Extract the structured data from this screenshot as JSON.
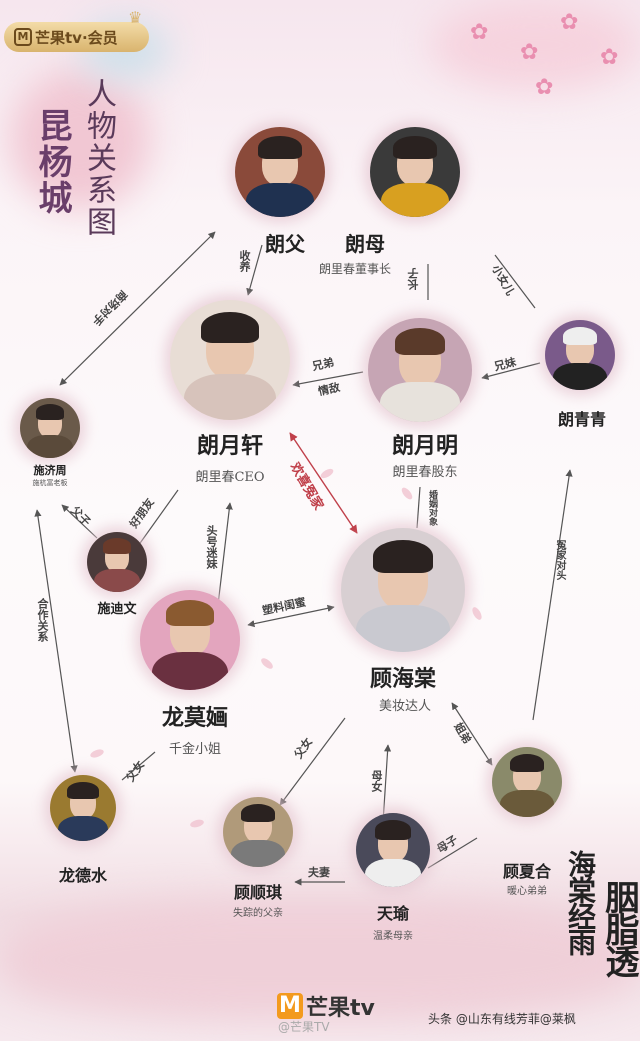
{
  "header": {
    "badge": "芒果tv·会员",
    "badge_logo": "M",
    "title_place": "昆杨城",
    "title_main": "人物关系图"
  },
  "nodes": {
    "langfu": {
      "name": "朗父"
    },
    "langmu": {
      "name": "朗母"
    },
    "parents_sub": "朗里春董事长",
    "langyuexuan": {
      "name": "朗月轩",
      "sub": "朗里春CEO"
    },
    "langyueming": {
      "name": "朗月明",
      "sub": "朗里春股东"
    },
    "langqingqing": {
      "name": "朗青青"
    },
    "shijizhou": {
      "name": "施济周",
      "sub": "施杭富老板"
    },
    "shidiwen": {
      "name": "施迪文"
    },
    "guhaitang": {
      "name": "顾海棠",
      "sub": "美妆达人"
    },
    "longmohua": {
      "name": "龙莫婳",
      "sub": "千金小姐"
    },
    "longdeshui": {
      "name": "龙德水"
    },
    "gushunqi": {
      "name": "顾顺琪",
      "sub": "失踪的父亲"
    },
    "tianyu": {
      "name": "天瑜",
      "sub": "温柔母亲"
    },
    "guxiahe": {
      "name": "顾夏合",
      "sub": "暖心弟弟"
    }
  },
  "edges": {
    "adopt": "收养",
    "rival_business": "商场对手",
    "eldest_son": "长子",
    "youngest_daughter": "小女儿",
    "brothers": "兄弟",
    "love_rival": "情敌",
    "siblings": "兄妹",
    "bickering_lovers": "欢喜冤家",
    "marriage_target": "婚姻对象",
    "enemies": "冤家对头",
    "father_son": "父子",
    "good_friends": "好朋友",
    "fan_girl": "头号迷妹",
    "plastic_bff": "塑料闺蜜",
    "partners": "合作关系",
    "father_daughter_long": "父女",
    "father_daughter_gu": "父女",
    "mother_daughter": "母女",
    "sister_brother": "姐弟",
    "mother_son": "母子",
    "spouses": "夫妻"
  },
  "colors": {
    "accent_red": "#c0404a",
    "line": "#555555",
    "badge_gold": "#d9b46e",
    "mango_orange": "#f39a1e"
  },
  "footer": {
    "logo": "芒果tv",
    "logo_letter": "M",
    "weibo": "@芒果TV",
    "watermark": "头条 @山东有线芳菲@莱枫",
    "drama_title_1": "海棠经雨",
    "drama_title_2": "胭脂透"
  }
}
